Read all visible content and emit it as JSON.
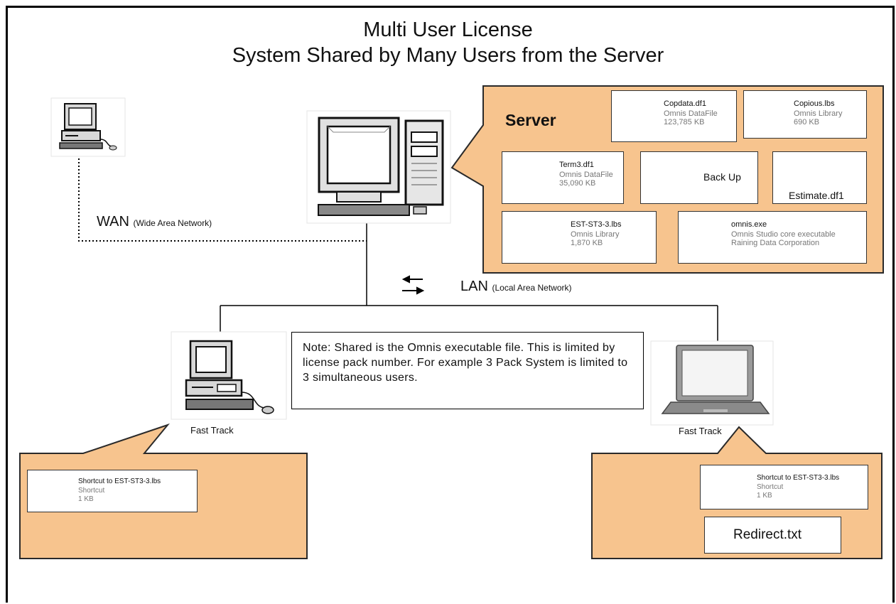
{
  "title": {
    "line1": "Multi User License",
    "line2": "System Shared by Many Users from the Server"
  },
  "colors": {
    "callout_fill": "#f7c48e",
    "callout_border": "#2a2a2a",
    "frame": "#000000"
  },
  "server": {
    "label": "Server",
    "files": [
      {
        "name": "Copdata.df1",
        "type": "Omnis DataFile",
        "size": "123,785 KB",
        "icon": "datafile-icon"
      },
      {
        "name": "Copious.lbs",
        "type": "Omnis Library",
        "size": "690 KB",
        "icon": "library-books-icon"
      },
      {
        "name": "Term3.df1",
        "type": "Omnis DataFile",
        "size": "35,090 KB",
        "icon": "datafile-icon"
      },
      {
        "name": "Back Up",
        "icon": "folder-icon"
      },
      {
        "name": "Estimate.df1",
        "icon": "datafile-icon"
      },
      {
        "name": "EST-ST3-3.lbs",
        "type": "Omnis Library",
        "size": "1,870 KB",
        "icon": "library-books-icon"
      },
      {
        "name": "omnis.exe",
        "type": "Omnis Studio core executable",
        "company": "Raining Data Corporation",
        "icon": "omnis-exe-icon"
      }
    ]
  },
  "network": {
    "wan": {
      "label": "WAN",
      "sub": "(Wide Area Network)"
    },
    "lan": {
      "label": "LAN",
      "sub": "(Local Area Network)"
    }
  },
  "note": "Note: Shared is the Omnis executable file. This is limited by license pack number. For example 3 Pack System is limited to 3 simultaneous users.",
  "clients": [
    {
      "label": "Fast Track",
      "device": "desktop",
      "files": [
        {
          "name": "Shortcut to EST-ST3-3.lbs",
          "type": "Shortcut",
          "size": "1 KB"
        }
      ]
    },
    {
      "label": "Fast Track",
      "device": "laptop",
      "files": [
        {
          "name": "Shortcut to EST-ST3-3.lbs",
          "type": "Shortcut",
          "size": "1 KB"
        },
        {
          "name": "Redirect.txt"
        }
      ]
    }
  ]
}
